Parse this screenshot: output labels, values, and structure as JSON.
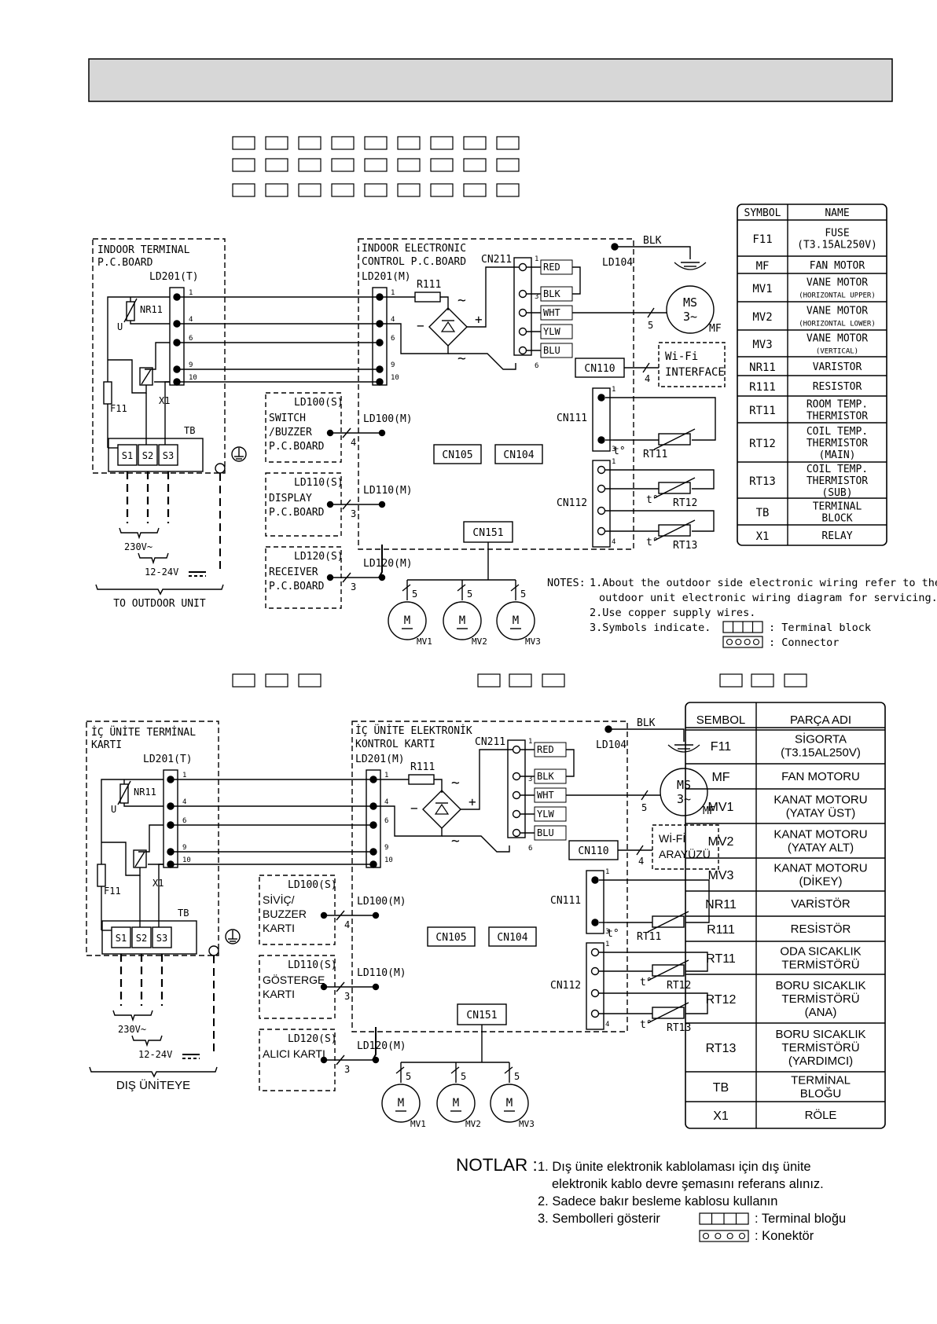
{
  "en": {
    "indoor_terminal": [
      "INDOOR TERMINAL",
      "P.C.BOARD"
    ],
    "ld201t": "LD201(T)",
    "indoor_control": [
      "INDOOR ELECTRONIC",
      "CONTROL P.C.BOARD"
    ],
    "ld201m": "LD201(M)",
    "ld100s": "LD100(S)",
    "ld100m": "LD100(M)",
    "switch_board": [
      "SWITCH",
      "/BUZZER",
      "P.C.BOARD"
    ],
    "ld110s": "LD110(S)",
    "ld110m": "LD110(M)",
    "display_board": [
      "DISPLAY",
      "P.C.BOARD"
    ],
    "ld120s": "LD120(S)",
    "ld120m": "LD120(M)",
    "receiver_board": [
      "RECEIVER",
      "P.C.BOARD"
    ],
    "wifi": [
      "Wi-Fi",
      "INTERFACE"
    ],
    "to_outdoor": "TO OUTDOOR UNIT",
    "notes_head": "NOTES:",
    "notes": [
      "1.About the outdoor side electronic wiring refer to the",
      "outdoor unit electronic wiring diagram for servicing.",
      "2.Use copper supply wires.",
      "3.Symbols indicate."
    ],
    "legend_terminal": ": Terminal block",
    "legend_connector": ": Connector",
    "table_head": [
      "SYMBOL",
      "NAME"
    ],
    "table": [
      {
        "sym": "F11",
        "name": [
          "FUSE",
          "(T3.15AL250V)"
        ]
      },
      {
        "sym": "MF",
        "name": [
          "FAN MOTOR"
        ]
      },
      {
        "sym": "MV1",
        "name": [
          "VANE MOTOR",
          "(HORIZONTAL UPPER)"
        ]
      },
      {
        "sym": "MV2",
        "name": [
          "VANE MOTOR",
          "(HORIZONTAL LOWER)"
        ]
      },
      {
        "sym": "MV3",
        "name": [
          "VANE MOTOR",
          "(VERTICAL)"
        ]
      },
      {
        "sym": "NR11",
        "name": [
          "VARISTOR"
        ]
      },
      {
        "sym": "R111",
        "name": [
          "RESISTOR"
        ]
      },
      {
        "sym": "RT11",
        "name": [
          "ROOM TEMP.",
          "THERMISTOR"
        ]
      },
      {
        "sym": "RT12",
        "name": [
          "COIL TEMP.",
          "THERMISTOR",
          "(MAIN)"
        ]
      },
      {
        "sym": "RT13",
        "name": [
          "COIL TEMP.",
          "THERMISTOR",
          "(SUB)"
        ]
      },
      {
        "sym": "TB",
        "name": [
          "TERMINAL",
          "BLOCK"
        ]
      },
      {
        "sym": "X1",
        "name": [
          "RELAY"
        ]
      }
    ]
  },
  "tr": {
    "indoor_terminal": [
      "İÇ ÜNİTE TERMİNAL",
      "KARTI"
    ],
    "ld201t": "LD201(T)",
    "indoor_control": [
      "İÇ ÜNİTE ELEKTRONİK",
      "KONTROL KARTI"
    ],
    "ld201m": "LD201(M)",
    "ld100s": "LD100(S)",
    "ld100m": "LD100(M)",
    "switch_board": [
      "SİVİÇ/",
      "BUZZER",
      "KARTI"
    ],
    "ld110s": "LD110(S)",
    "ld110m": "LD110(M)",
    "display_board": [
      "GÖSTERGE",
      "KARTI"
    ],
    "ld120s": "LD120(S)",
    "ld120m": "LD120(M)",
    "receiver_board": [
      "ALICI KARTI"
    ],
    "wifi": [
      "Wİ-Fİ",
      "ARAYÜZÜ"
    ],
    "to_outdoor": "DIŞ ÜNİTEYE",
    "notes_head": "NOTLAR :",
    "notes": [
      "1. Dış ünite elektronik kablolaması için dış ünite",
      "elektronik kablo devre şemasını referans alınız.",
      "2. Sadece bakır besleme kablosu kullanın",
      "3. Sembolleri gösterir"
    ],
    "legend_terminal": ": Terminal bloğu",
    "legend_connector": ": Konektör",
    "table_head": [
      "SEMBOL",
      "PARÇA ADI"
    ],
    "table": [
      {
        "sym": "F11",
        "name": [
          "SİGORTA",
          "(T3.15AL250V)"
        ]
      },
      {
        "sym": "MF",
        "name": [
          "FAN MOTORU"
        ]
      },
      {
        "sym": "MV1",
        "name": [
          "KANAT MOTORU",
          "(YATAY ÜST)"
        ]
      },
      {
        "sym": "MV2",
        "name": [
          "KANAT MOTORU",
          "(YATAY ALT)"
        ]
      },
      {
        "sym": "MV3",
        "name": [
          "KANAT MOTORU",
          "(DİKEY)"
        ]
      },
      {
        "sym": "NR11",
        "name": [
          "VARİSTÖR"
        ]
      },
      {
        "sym": "R111",
        "name": [
          "RESİSTÖR"
        ]
      },
      {
        "sym": "RT11",
        "name": [
          "ODA SICAKLIK",
          "TERMİSTÖRÜ"
        ]
      },
      {
        "sym": "RT12",
        "name": [
          "BORU SICAKLIK",
          "TERMİSTÖRÜ",
          "(ANA)"
        ]
      },
      {
        "sym": "RT13",
        "name": [
          "BORU SICAKLIK",
          "TERMİSTÖRÜ",
          "(YARDIMCI)"
        ]
      },
      {
        "sym": "TB",
        "name": [
          "TERMİNAL",
          "BLOĞU"
        ]
      },
      {
        "sym": "X1",
        "name": [
          "RÖLE"
        ]
      }
    ]
  },
  "common": {
    "pins": [
      "1",
      "4",
      "6",
      "9",
      "10"
    ],
    "cn_pins_top": [
      "1",
      "3",
      "6"
    ],
    "terminals": [
      "S1",
      "S2",
      "S3"
    ],
    "cn211": "CN211",
    "ld104": "LD104",
    "blk": "BLK",
    "wire_colors": [
      "RED",
      "BLK",
      "WHT",
      "YLW",
      "BLU"
    ],
    "r111": "R111",
    "nr11": "NR11",
    "u": "U",
    "f11": "F11",
    "x1": "X1",
    "tb": "TB",
    "ms": [
      "MS",
      "3~"
    ],
    "mf": "MF",
    "cn110": "CN110",
    "cn111": "CN111",
    "cn112": "CN112",
    "cn105": "CN105",
    "cn104": "CN104",
    "cn151": "CN151",
    "rt11": "RT11",
    "rt12": "RT12",
    "rt13": "RT13",
    "t_deg": "t°",
    "count_4": "4",
    "count_3": "3",
    "count_5": "5",
    "cn111_pins": [
      "1",
      "3"
    ],
    "cn112_pins": [
      "1",
      "4"
    ],
    "motors": [
      "MV1",
      "MV2",
      "MV3"
    ],
    "motor_letter": "M",
    "v230": "230V~",
    "v1224": "12-24V",
    "ac_sym": "~",
    "plus": "+",
    "minus": "−"
  }
}
